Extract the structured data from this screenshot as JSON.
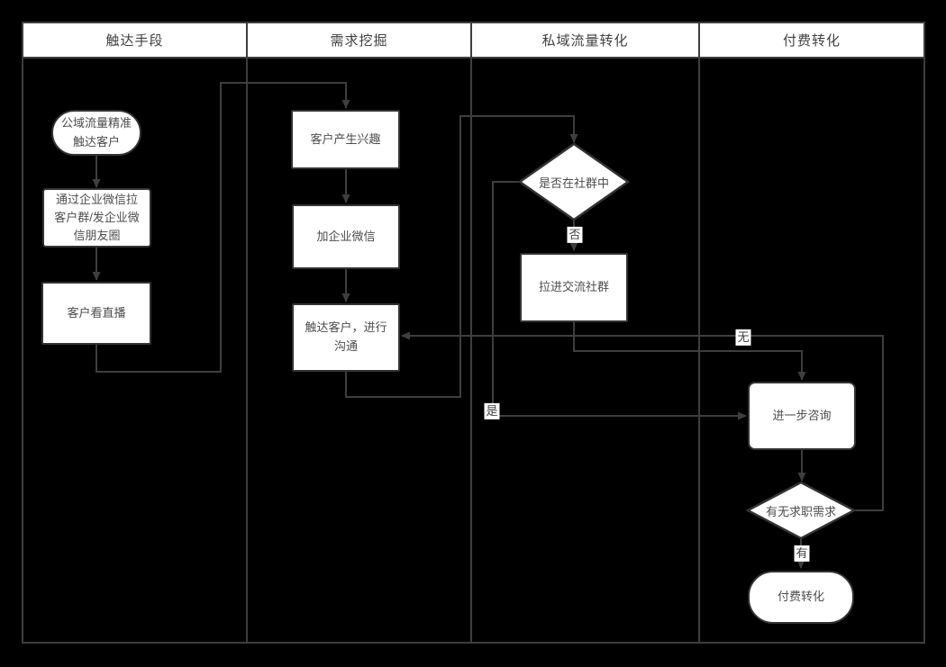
{
  "diagram": {
    "lanes": [
      {
        "label": "触达手段"
      },
      {
        "label": "需求挖掘"
      },
      {
        "label": "私域流量转化"
      },
      {
        "label": "付费转化"
      }
    ],
    "nodes": {
      "reach": {
        "label": "公域流量精准触达客户",
        "shape": "stadium"
      },
      "wecom": {
        "label": "通过企业微信拉客户群/发企业微信朋友圈",
        "shape": "rect"
      },
      "live": {
        "label": "客户看直播",
        "shape": "rect"
      },
      "interest": {
        "label": "客户产生兴趣",
        "shape": "rect"
      },
      "add_wecom": {
        "label": "加企业微信",
        "shape": "rect"
      },
      "contact": {
        "label": "触达客户，进行沟通",
        "shape": "rect"
      },
      "in_community": {
        "label": "是否在社群中",
        "shape": "diamond"
      },
      "join_community": {
        "label": "拉进交流社群",
        "shape": "rect"
      },
      "consult": {
        "label": "进一步咨询",
        "shape": "rounded-rect"
      },
      "job_need": {
        "label": "有无求职需求",
        "shape": "diamond"
      },
      "paid": {
        "label": "付费转化",
        "shape": "stadium"
      }
    },
    "edge_labels": {
      "no": "否",
      "yes": "是",
      "none": "无",
      "has": "有"
    },
    "colors": {
      "background": "#000000",
      "line": "#3e3e3e",
      "node_border": "#333333",
      "node_fill": "#ffffff",
      "node_text": "#4d4d4d",
      "header_fill": "#ffffff",
      "header_text": "#414141"
    }
  }
}
